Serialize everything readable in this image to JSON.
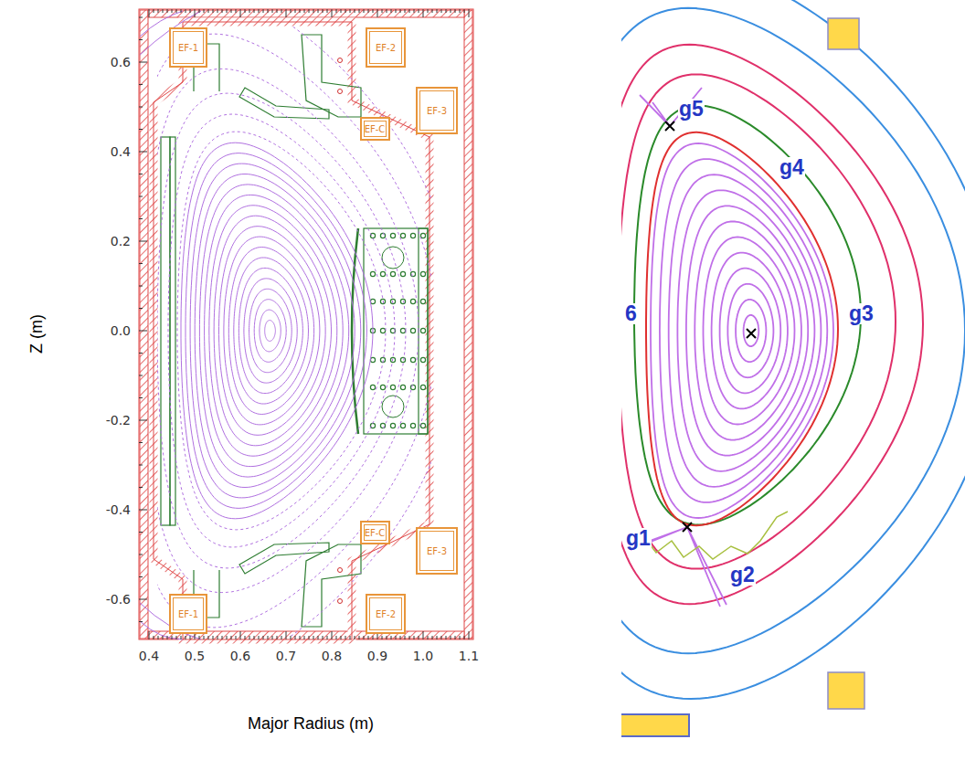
{
  "diagram": {
    "nodes": [
      {
        "text": [
          "EF-1"
        ]
      },
      {
        "text": [
          "EF-2"
        ]
      },
      {
        "text": [
          "EF-3"
        ]
      },
      {
        "text": [
          "EF-C"
        ]
      },
      {
        "text": [
          "EF-C"
        ]
      },
      {
        "text": [
          "EF-3"
        ]
      },
      {
        "text": [
          "EF-1"
        ]
      },
      {
        "text": [
          "EF-2"
        ]
      }
    ],
    "labels": [
      "0.6",
      "0.4",
      "0.2",
      "0.0",
      "-0.2",
      "-0.4",
      "-0.6",
      "0.4",
      "0.5",
      "0.6",
      "0.7",
      "0.8",
      "0.9",
      "1.0",
      "1.1",
      "Z (m)",
      "Major Radius (m)",
      "g5",
      "g4",
      "g3",
      "6",
      "g1",
      "g2"
    ]
  }
}
